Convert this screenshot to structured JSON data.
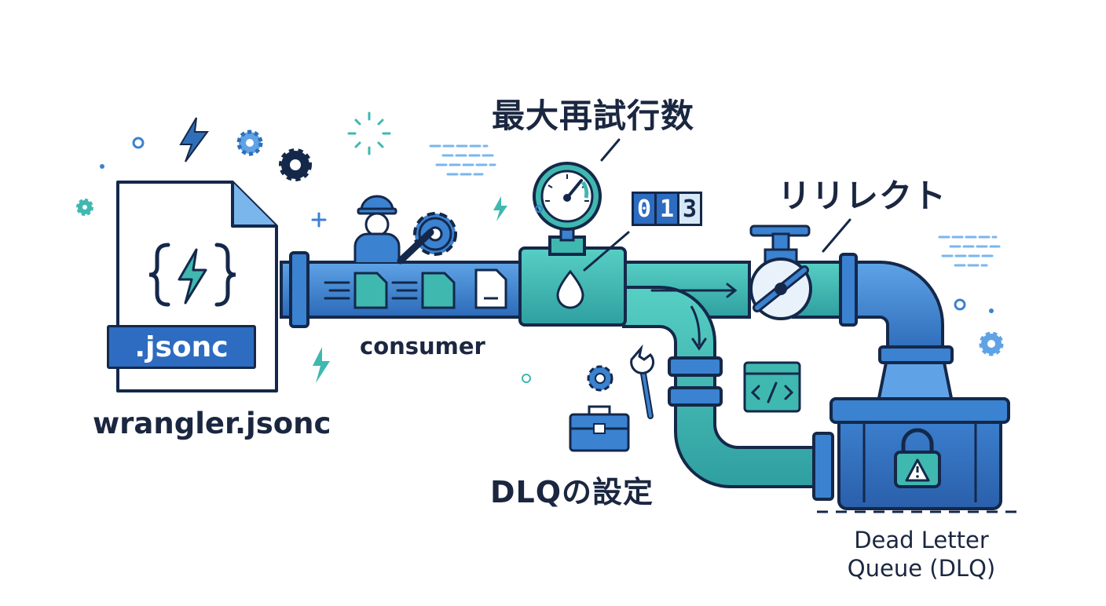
{
  "labels": {
    "max_retries": "最大再試行数",
    "redirect": "リリレクト",
    "consumer": "consumer",
    "file_chip": ".jsonc",
    "file_name": "wrangler.jsonc",
    "dlq_setting": "DLQの設定",
    "dlq_line1": "Dead Letter",
    "dlq_line2": "Queue (DLQ)"
  },
  "retry_counter": {
    "digits": [
      "0",
      "1",
      "3"
    ]
  },
  "colors": {
    "outline": "#14284a",
    "pipe_blue": "#3b82d0",
    "pipe_teal": "#3fb8b0",
    "accent_light": "#d6e8f7",
    "text": "#1b2740"
  },
  "icons": [
    "lightning-icon",
    "gear-icon",
    "code-braces-icon",
    "worker-icon",
    "wrench-icon",
    "pressure-gauge-icon",
    "valve-wheel-icon",
    "document-icon",
    "toolbox-icon",
    "code-window-icon",
    "padlock-icon",
    "warning-icon"
  ]
}
